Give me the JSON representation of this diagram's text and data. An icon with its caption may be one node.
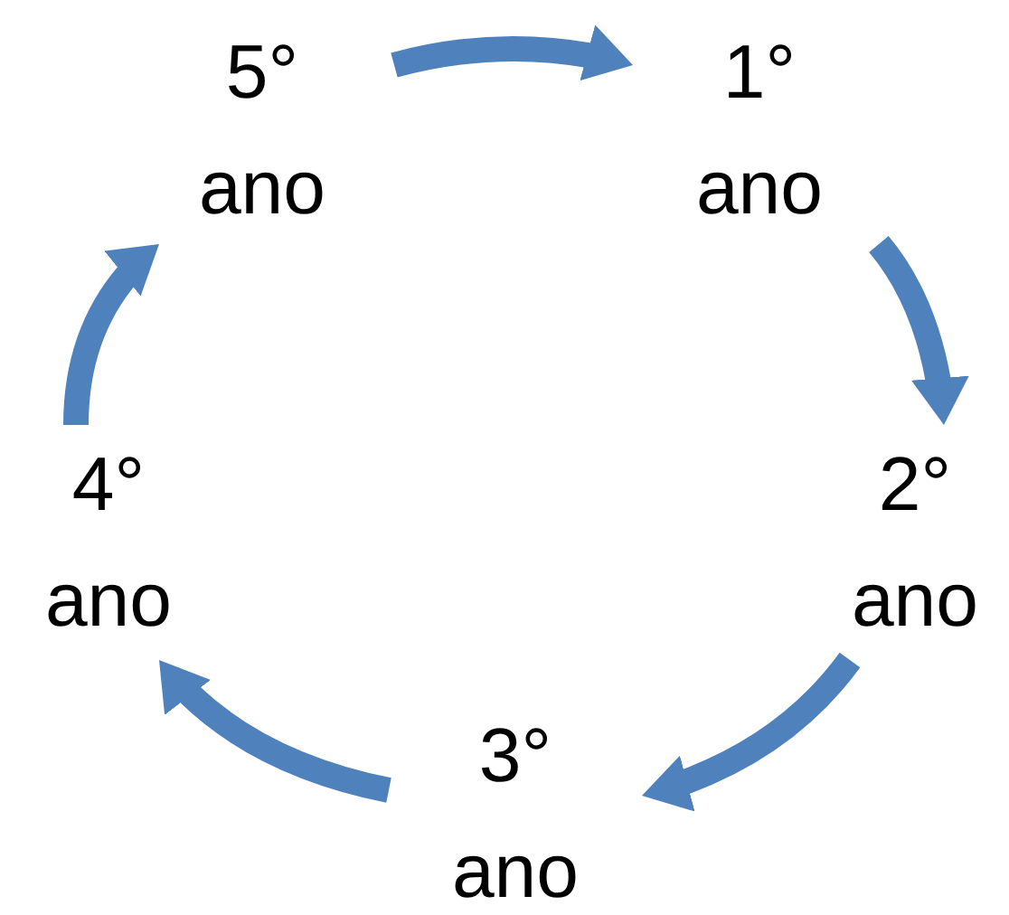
{
  "diagram": {
    "nodes": [
      {
        "text": [
          "5° ano"
        ]
      },
      {
        "text": [
          "1° ano"
        ]
      },
      {
        "text": [
          "4° ano"
        ]
      },
      {
        "text": [
          "2° ano"
        ]
      },
      {
        "text": [
          "3° ano"
        ]
      }
    ],
    "edges": [
      {
        "from": 0,
        "to": 1,
        "arrow": "to"
      },
      {
        "from": 1,
        "to": 3,
        "arrow": "to"
      },
      {
        "from": 3,
        "to": 4,
        "arrow": "to"
      },
      {
        "from": 4,
        "to": 2,
        "arrow": "to"
      },
      {
        "from": 2,
        "to": 0,
        "arrow": "to"
      }
    ]
  }
}
